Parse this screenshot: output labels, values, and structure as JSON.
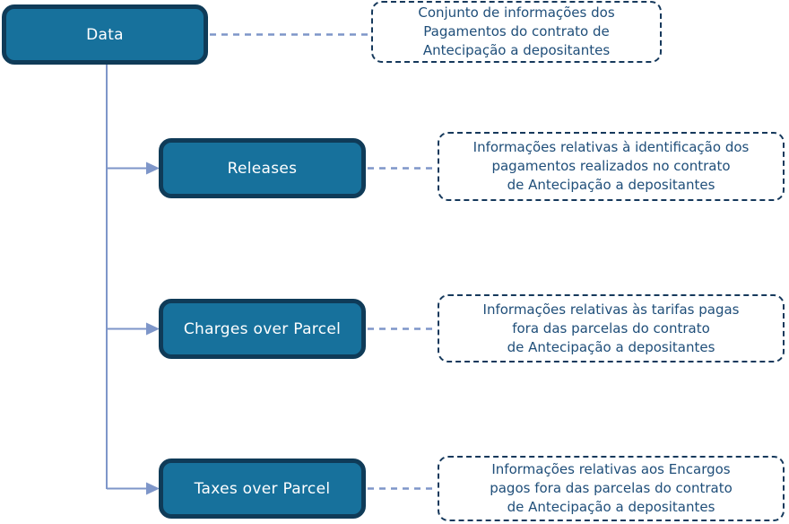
{
  "diagram": {
    "root": {
      "label": "Data",
      "note": "Conjunto de informações dos\nPagamentos do contrato de\nAntecipação a depositantes"
    },
    "children": [
      {
        "label": "Releases",
        "note": "Informações relativas à identificação dos\npagamentos realizados no contrato\nde Antecipação a depositantes"
      },
      {
        "label": "Charges over Parcel",
        "note": "Informações relativas às tarifas pagas\nfora das parcelas do contrato\nde Antecipação a depositantes"
      },
      {
        "label": "Taxes over Parcel",
        "note": "Informações relativas aos Encargos\npagos fora das parcelas do contrato\nde Antecipação a depositantes"
      }
    ],
    "colors": {
      "node_fill": "#17719C",
      "node_border": "#0F3B58",
      "node_text": "#FFFFFF",
      "connector": "#7E96C9",
      "note_border": "#16395C",
      "note_text": "#1F4E79"
    }
  }
}
